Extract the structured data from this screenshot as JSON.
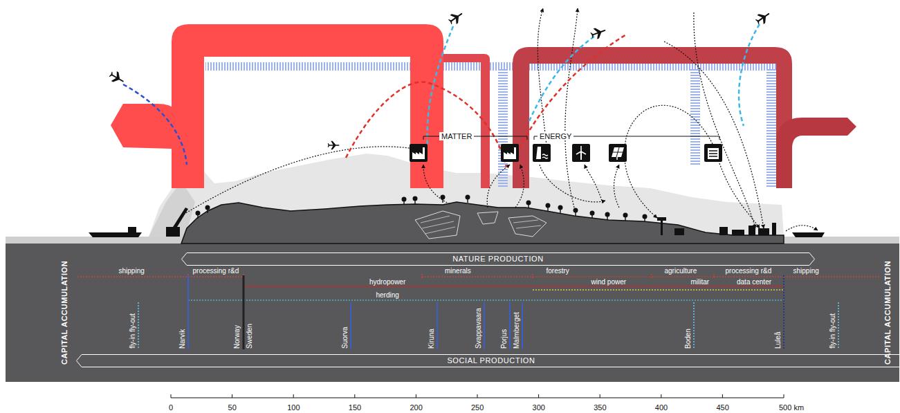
{
  "diagram": {
    "nodes": [
      {
        "text": [
          "NATURE PRODUCTION"
        ]
      },
      {
        "text": [
          "SOCIAL PRODUCTION"
        ]
      }
    ],
    "labels": [
      "MATTER",
      "ENERGY",
      "CAPITAL ACCUMULATION",
      "CAPITAL ACCUMULATION",
      "shipping",
      "processing r&d",
      "minerals",
      "forestry",
      "agriculture",
      "processing r&d",
      "shipping",
      "hydropower",
      "wind power",
      "militar",
      "data center",
      "herding",
      "fly-in fly-out",
      "Narvik",
      "Norway",
      "Sweden",
      "Suorva",
      "Kiruna",
      "Svappavaara",
      "Porjus",
      "Malmberget",
      "Boden",
      "Luleå",
      "fly-in fly-out",
      "0",
      "50",
      "100",
      "150",
      "200",
      "250",
      "300",
      "350",
      "400",
      "450",
      "500 km"
    ]
  }
}
